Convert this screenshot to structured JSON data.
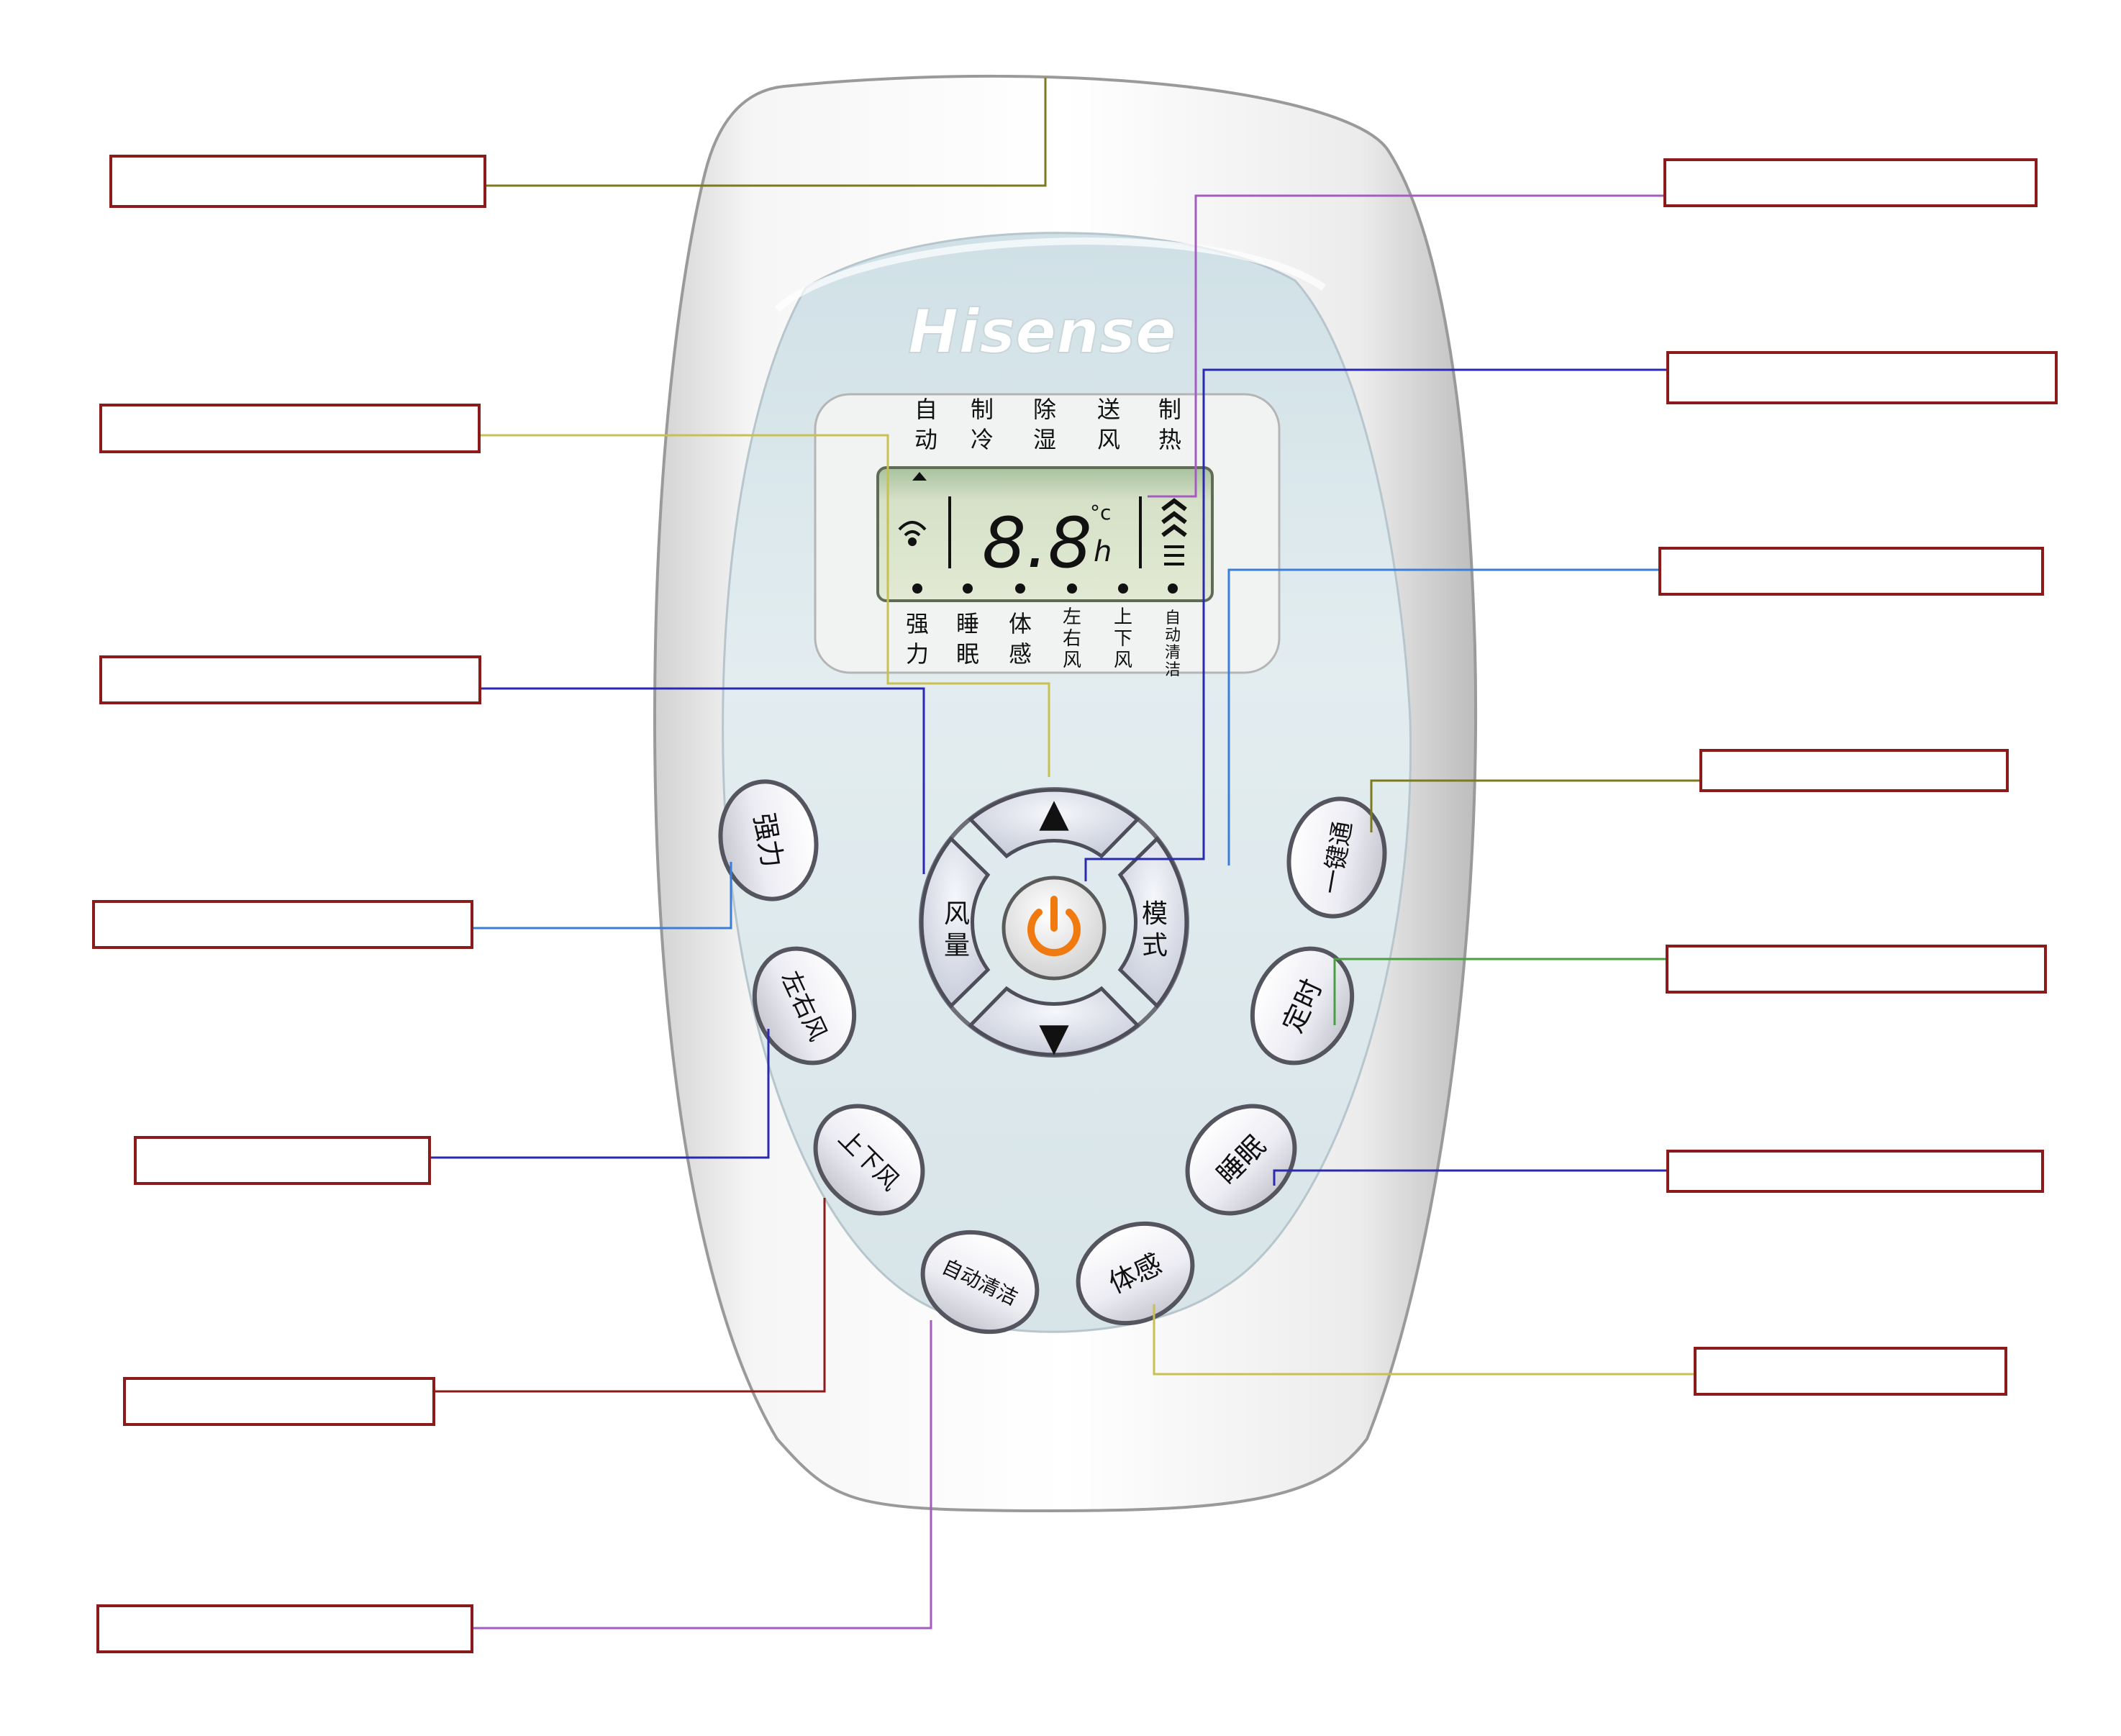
{
  "brand": {
    "logo_text": "Hisense"
  },
  "lcd": {
    "mode_labels": [
      {
        "line1": "自",
        "line2": "动"
      },
      {
        "line1": "制",
        "line2": "冷"
      },
      {
        "line1": "除",
        "line2": "湿"
      },
      {
        "line1": "送",
        "line2": "风"
      },
      {
        "line1": "制",
        "line2": "热"
      }
    ],
    "function_labels": [
      {
        "lines": [
          "强",
          "力"
        ]
      },
      {
        "lines": [
          "睡",
          "眠"
        ]
      },
      {
        "lines": [
          "体",
          "感"
        ]
      },
      {
        "lines": [
          "左",
          "右",
          "风"
        ]
      },
      {
        "lines": [
          "上",
          "下",
          "风"
        ]
      },
      {
        "lines": [
          "自",
          "动",
          "清",
          "洁"
        ]
      }
    ],
    "digits": "8.8",
    "unit_celsius": "°c",
    "unit_hour": "h"
  },
  "buttons": {
    "up_arrow": "▲",
    "down_arrow": "▼",
    "fan": {
      "line1": "风",
      "line2": "量"
    },
    "mode": {
      "line1": "模",
      "line2": "式"
    },
    "left": [
      {
        "label": "强力"
      },
      {
        "label": "左右风"
      },
      {
        "label": "上下风"
      }
    ],
    "bottom": [
      {
        "label": "自动清洁"
      },
      {
        "label": "体感"
      }
    ],
    "right": [
      {
        "label": "一键通"
      },
      {
        "label": "定时"
      },
      {
        "label": "睡眠"
      }
    ]
  },
  "colors": {
    "callout_box": "#8b1a1a",
    "accent_power": "#f07a10"
  }
}
